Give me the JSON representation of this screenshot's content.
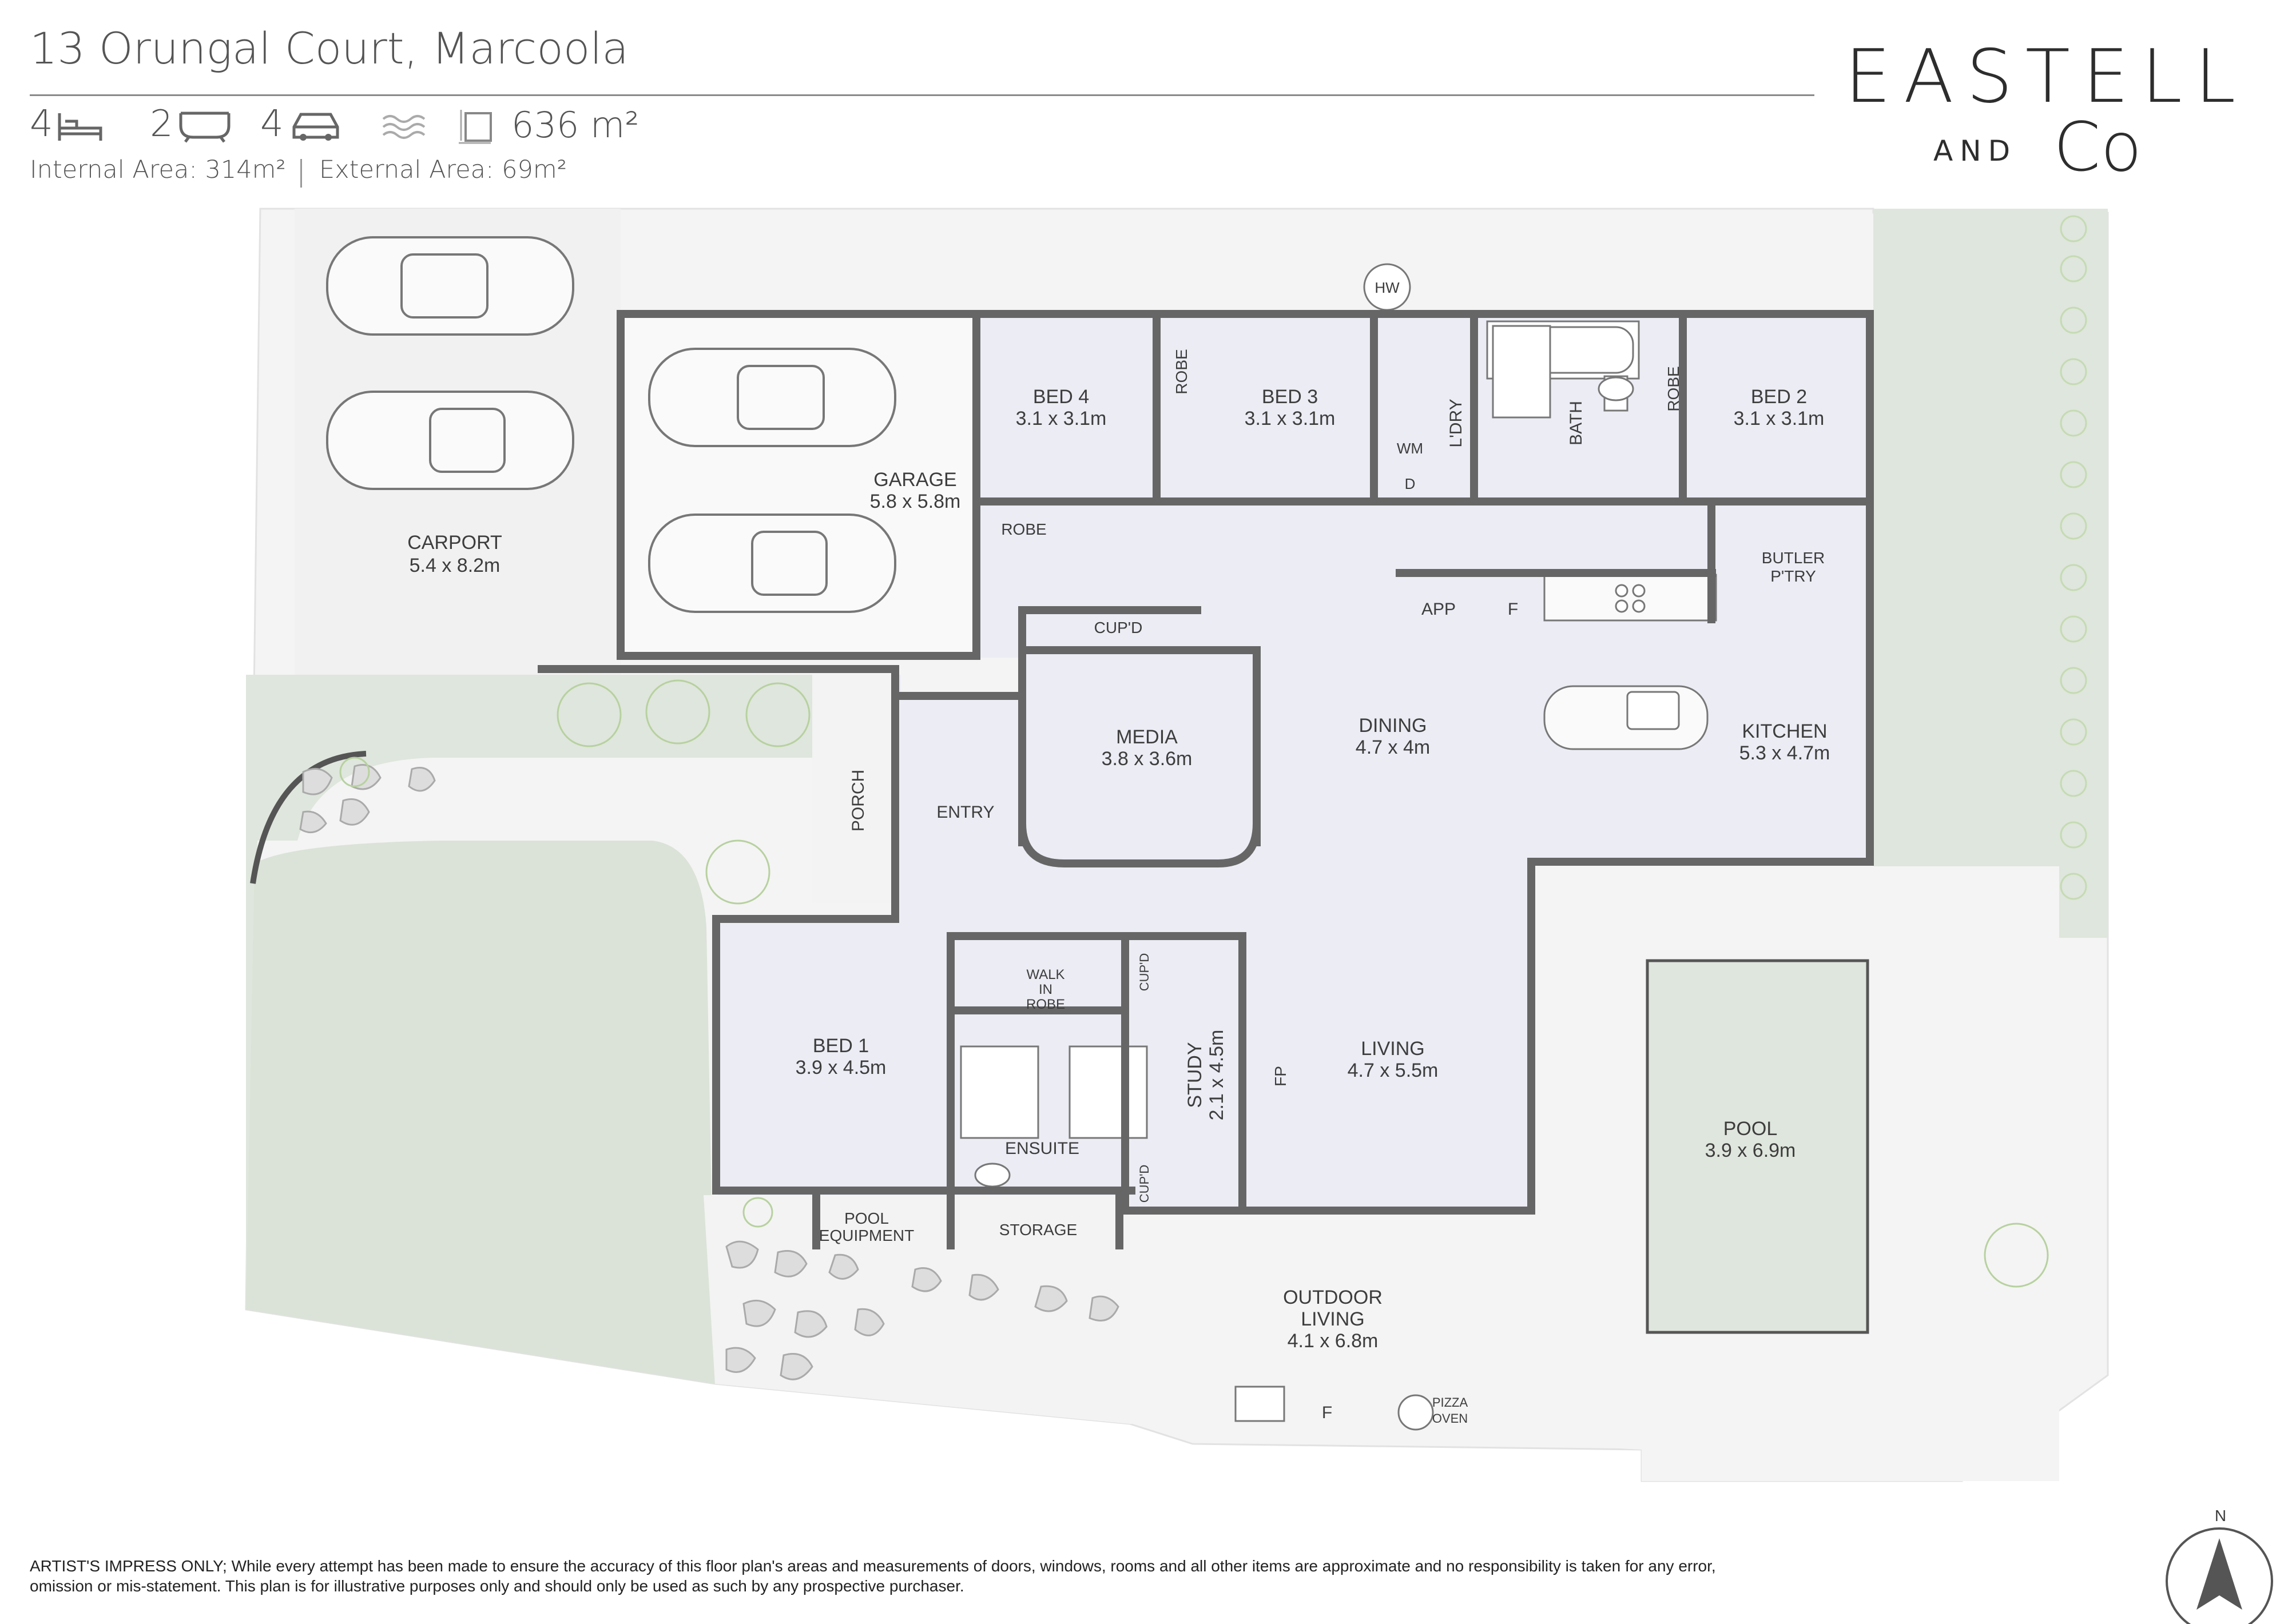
{
  "header": {
    "address": "13 Orungal Court, Marcoola",
    "beds": "4",
    "baths": "2",
    "cars": "4",
    "land_area": "636 m²",
    "internal_area": "Internal Area: 314m²",
    "external_area": "External Area: 69m²"
  },
  "logo": {
    "line1": "EASTELL",
    "line2_and": "AND",
    "line2_co": "Co"
  },
  "rooms": {
    "carport": "CARPORT",
    "carport_dim": "5.4 x 8.2m",
    "garage": "GARAGE",
    "garage_dim": "5.8 x 5.8m",
    "bed4": "BED 4",
    "bed4_dim": "3.1 x 3.1m",
    "bed3": "BED 3",
    "bed3_dim": "3.1 x 3.1m",
    "bed2": "BED 2",
    "bed2_dim": "3.1 x 3.1m",
    "robe": "ROBE",
    "ldry": "L'DRY",
    "wm": "WM",
    "d": "D",
    "bath": "BATH",
    "hw": "HW",
    "butler1": "BUTLER",
    "butler2": "P'TRY",
    "app": "APP",
    "f": "F",
    "cupd": "CUP'D",
    "media": "MEDIA",
    "media_dim": "3.8 x 3.6m",
    "dining": "DINING",
    "dining_dim": "4.7 x 4m",
    "kitchen": "KITCHEN",
    "kitchen_dim": "5.3 x 4.7m",
    "porch": "PORCH",
    "entry": "ENTRY",
    "bed1": "BED 1",
    "bed1_dim": "3.9 x 4.5m",
    "walk1": "WALK",
    "walk2": "IN",
    "walk3": "ROBE",
    "ensuite": "ENSUITE",
    "study": "STUDY",
    "study_dim": "2.1 x 4.5m",
    "fp": "FP",
    "living": "LIVING",
    "living_dim": "4.7 x 5.5m",
    "pool": "POOL",
    "pool_dim": "3.9 x 6.9m",
    "pool_eq1": "POOL",
    "pool_eq2": "EQUIPMENT",
    "storage": "STORAGE",
    "outdoor1": "OUTDOOR",
    "outdoor2": "LIVING",
    "outdoor_dim": "4.1 x 6.8m",
    "pizza1": "PIZZA",
    "pizza2": "OVEN",
    "north": "N"
  },
  "disclaimer": {
    "line1": "ARTIST'S IMPRESS ONLY; While every attempt has been made to ensure the accuracy of this floor plan's areas and measurements of doors, windows, rooms and all other items are approximate and no responsibility is taken for any error,",
    "line2": "omission or mis-statement. This plan is for illustrative purposes only and should only be used as such by any prospective purchaser."
  },
  "colors": {
    "interior": "#ebecf4",
    "lawn": "#dfe6dd",
    "paving": "#f3f3f3",
    "wall": "#666666",
    "text": "#3d3d3d"
  }
}
